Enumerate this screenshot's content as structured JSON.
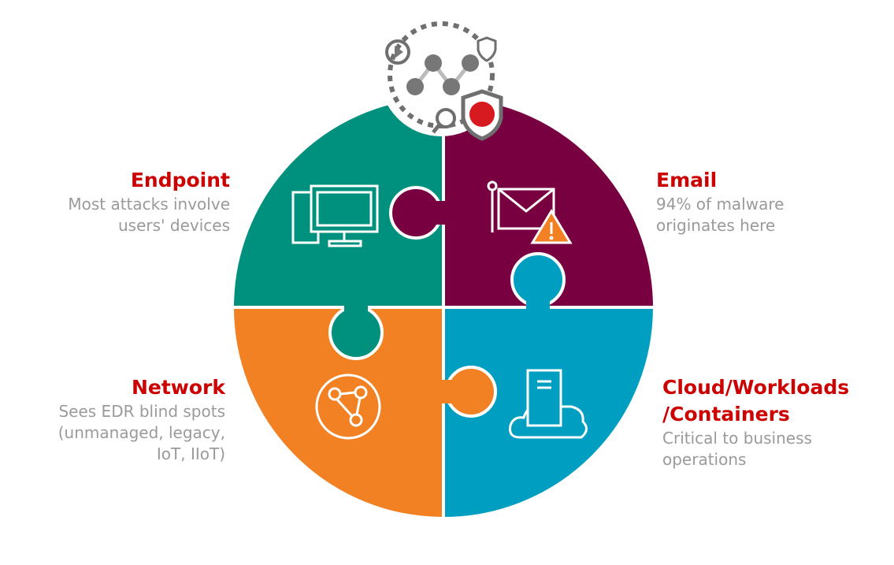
{
  "colors": {
    "endpoint": "#00917e",
    "email": "#780041",
    "network": "#f18122",
    "cloud": "#009fc2",
    "title": "#cc0000",
    "text": "#9a9a9a"
  },
  "segments": [
    {
      "title": "Endpoint",
      "desc1": "Most attacks involve",
      "desc2": "users' devices",
      "icon": "desktop-computer-icon"
    },
    {
      "title": "Email",
      "desc1": "94% of malware",
      "desc2": "originates here",
      "icon": "email-warning-icon"
    },
    {
      "title": "Network",
      "desc1": "Sees EDR blind spots",
      "desc2": "(unmanaged, legacy,",
      "desc3": "IoT, IIoT)",
      "icon": "network-globe-icon"
    },
    {
      "title": "Cloud/Workloads",
      "title2": "/Containers",
      "desc1": "Critical to business",
      "desc2": "operations",
      "icon": "server-cloud-icon"
    }
  ]
}
